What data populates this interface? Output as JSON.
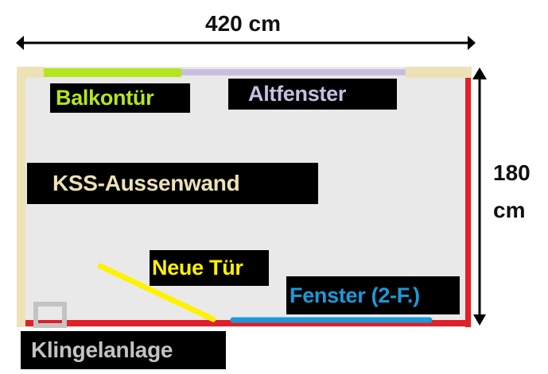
{
  "dimensions": {
    "width_label": "420 cm",
    "height_value": "180",
    "height_unit": "cm"
  },
  "labels": {
    "balcony_door": "Balkontür",
    "old_window": "Altfenster",
    "outer_wall": "KSS-Aussenwand",
    "new_door": "Neue Tür",
    "window_2f": "Fenster (2-F.)",
    "doorbell": "Klingelanlage"
  },
  "colors": {
    "room_fill": "#e9e9e9",
    "outer_wall": "#ede2b6",
    "balcony_door": "#b5e61d",
    "old_window": "#c8bfe0",
    "new_wall": "#e0202a",
    "new_door": "#fff200",
    "window_2f": "#1a9ad8",
    "doorbell": "#c3c3c3",
    "label_bg": "#000000"
  }
}
